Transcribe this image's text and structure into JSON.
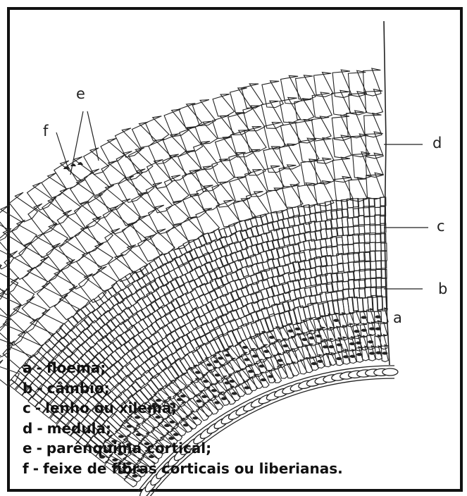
{
  "labels": {
    "a": "a",
    "b": "b",
    "c": "c",
    "d": "d",
    "e": "e",
    "f": "f"
  },
  "legend": [
    {
      "letter": "a",
      "text": "floema;"
    },
    {
      "letter": "b",
      "text": "câmbio;"
    },
    {
      "letter": "c",
      "text": "lenho ou xilema;"
    },
    {
      "letter": "d",
      "text": "medula;"
    },
    {
      "letter": "e",
      "text": "parênquima cortical;"
    },
    {
      "letter": "f",
      "text": "feixe de fibras corticais ou liberianas."
    }
  ],
  "colors": {
    "ink": "#222222",
    "border": "#111111",
    "background": "#ffffff"
  }
}
